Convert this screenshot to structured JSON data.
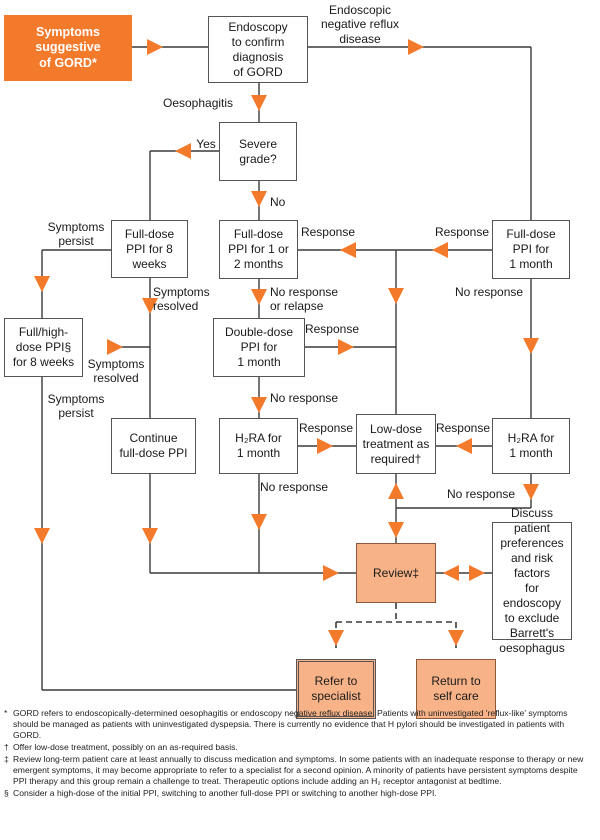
{
  "colors": {
    "accent": "#f47a2b",
    "review_fill": "#f7b387",
    "line": "#3a3a3a"
  },
  "boxes": {
    "start": "Symptoms\nsuggestive\nof GORD*",
    "endoscopy": "Endoscopy\nto confirm\ndiagnosis\nof GORD",
    "severe": "Severe\ngrade?",
    "fullDose8": "Full-dose\nPPI for 8\nweeks",
    "fullDose12": "Full-dose\nPPI for 1 or\n2 months",
    "fullDose1Right": "Full-dose\nPPI for\n1 month",
    "fullHigh": "Full/high-\ndose PPI§\nfor 8 weeks",
    "doubleDose": "Double-dose\nPPI for\n1 month",
    "continueFull": "Continue\nfull-dose PPI",
    "h2raLeft": "H₂RA for\n1 month",
    "lowDose": "Low-dose\ntreatment as\nrequired†",
    "h2raRight": "H₂RA for\n1 month",
    "review": "Review‡",
    "discuss": "Discuss patient\npreferences\nand risk factors\nfor endoscopy\nto exclude\nBarrett's\noesophagus",
    "refer": "Refer to\nspecialist",
    "returnSelf": "Return to\nself care"
  },
  "labels": {
    "endoNeg": "Endoscopic\nnegative reflux\ndisease",
    "oesophagitis": "Oesophagitis",
    "yes": "Yes",
    "no": "No",
    "sympPersist1": "Symptoms\npersist",
    "response1": "Response",
    "response2": "Response",
    "sympResolved1": "Symptoms\nresolved",
    "noRespRelapse": "No response\nor relapse",
    "noResponse1": "No response",
    "response3": "Response",
    "sympResolved2": "Symptoms\nresolved",
    "sympPersist2": "Symptoms\npersist",
    "noResponse2": "No response",
    "response4": "Response",
    "response5": "Response",
    "noResponse3": "No response",
    "noResponse4": "No response"
  },
  "footnotes": [
    {
      "sym": "*",
      "text": "GORD refers to endoscopically-determined oesophagitis or endoscopy negative reflux disease. Patients with uninvestigated 'reflux-like' symptoms should be managed as patients with uninvestigated dyspepsia. There is currently no evidence that H pylori should be investigated in patients with GORD."
    },
    {
      "sym": "†",
      "text": "Offer low-dose treatment, possibly on an as-required basis."
    },
    {
      "sym": "‡",
      "text": "Review long-term patient care at least annually to discuss medication and symptoms. In some patients with an inadequate response to therapy or new emergent symptoms, it may become appropriate to refer to a specialist for a second opinion. A minority of patients have persistent symptoms despite PPI therapy and this group remain a challenge to treat. Therapeutic options include adding an H₂ receptor antagonist at bedtime."
    },
    {
      "sym": "§",
      "text": "Consider a high-dose of the initial PPI, switching to another full-dose PPI or switching to another high-dose PPI."
    }
  ]
}
